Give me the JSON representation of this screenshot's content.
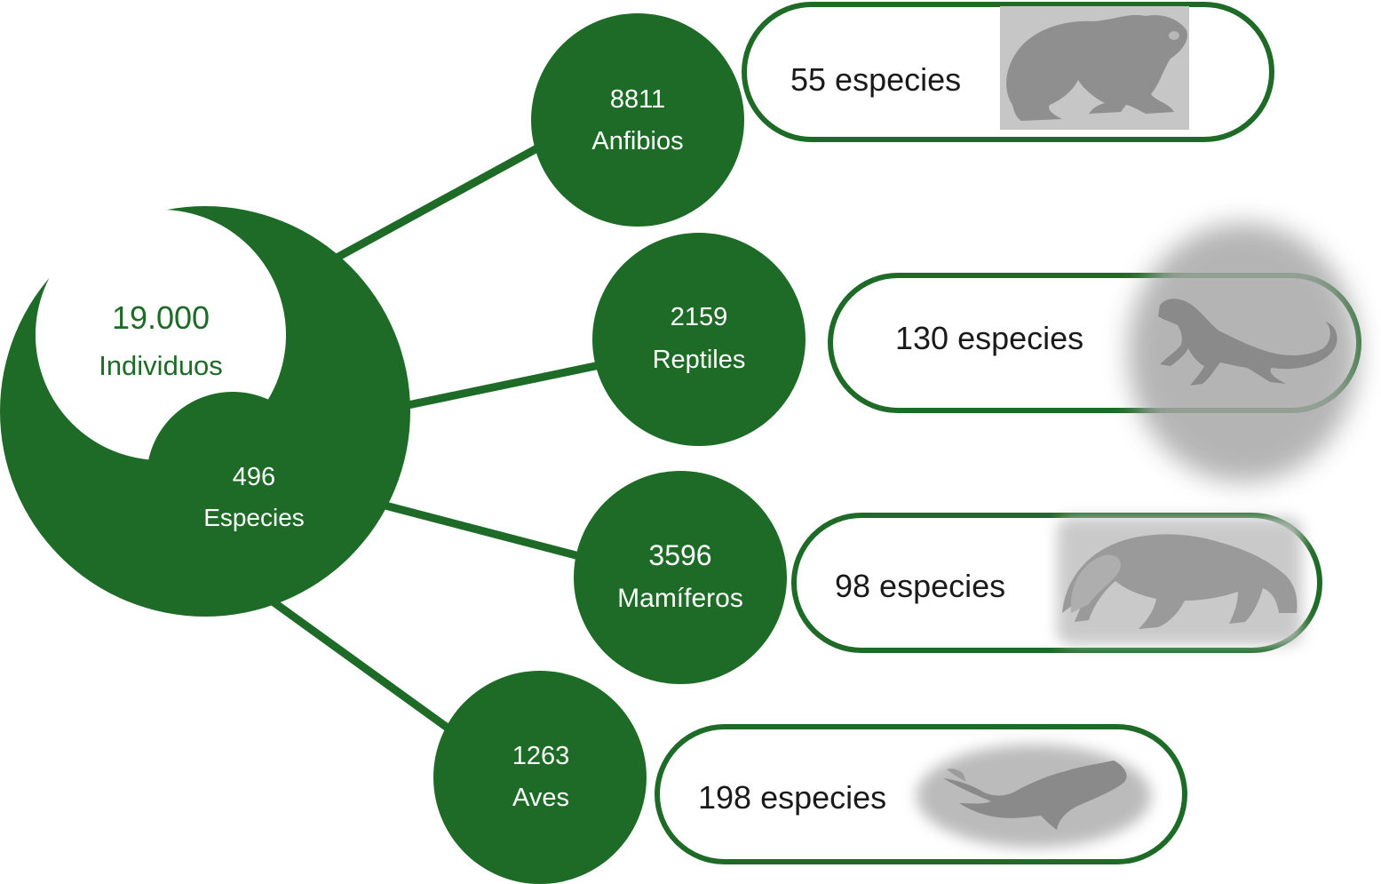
{
  "colors": {
    "green": "#1d6b27",
    "white": "#ffffff",
    "text_dark": "#1a1a1a",
    "silhouette": "#8f8f8f",
    "silhouette_bg": "#c6c6c6"
  },
  "center": {
    "individuals_value": "19.000",
    "individuals_label": "Individuos",
    "species_value": "496",
    "species_label": "Especies"
  },
  "groups": [
    {
      "id": "anfibios",
      "count": "8811",
      "label": "Anfibios",
      "species": "55 especies",
      "icon": "frog-icon"
    },
    {
      "id": "reptiles",
      "count": "2159",
      "label": "Reptiles",
      "species": "130 especies",
      "icon": "lizard-icon"
    },
    {
      "id": "mamiferos",
      "count": "3596",
      "label": "Mamíferos",
      "species": "98 especies",
      "icon": "anteater-icon"
    },
    {
      "id": "aves",
      "count": "1263",
      "label": "Aves",
      "species": "198 especies",
      "icon": "bird-icon"
    }
  ]
}
